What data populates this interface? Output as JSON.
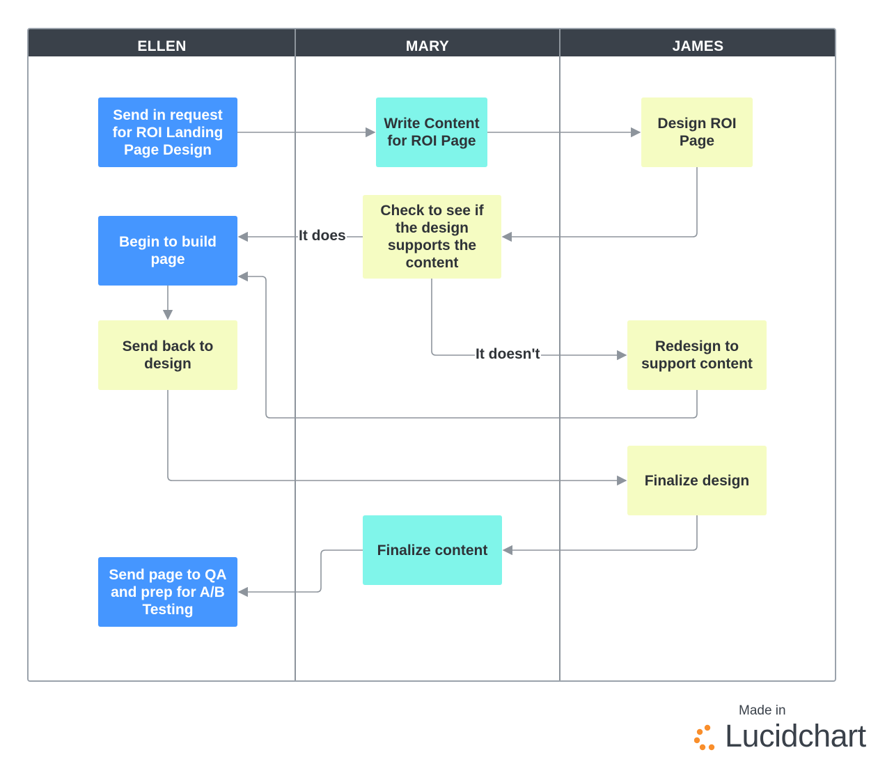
{
  "lanes": [
    "ELLEN",
    "MARY",
    "JAMES"
  ],
  "nodes": {
    "send_request": "Send in request for ROI Landing Page Design",
    "write_content": "Write Content for ROI Page",
    "design_roi": "Design ROI Page",
    "check_design": "Check to see if the design supports the content",
    "begin_build": "Begin to build page",
    "send_back": "Send back to design",
    "redesign": "Redesign to support content",
    "finalize_design": "Finalize design",
    "finalize_content": "Finalize content",
    "send_qa": "Send page to QA and prep for A/B Testing"
  },
  "edge_labels": {
    "it_does": "It does",
    "it_doesnt": "It doesn't"
  },
  "colors": {
    "header": "#3a414a",
    "ellen_task": "#4596ff",
    "mary_task": "#80f5ea",
    "review_task": "#f5fcc2",
    "connector": "#8d949c",
    "brand_orange": "#f98e2b"
  },
  "branding": {
    "made_in": "Made in",
    "brand_name": "Lucidchart"
  }
}
